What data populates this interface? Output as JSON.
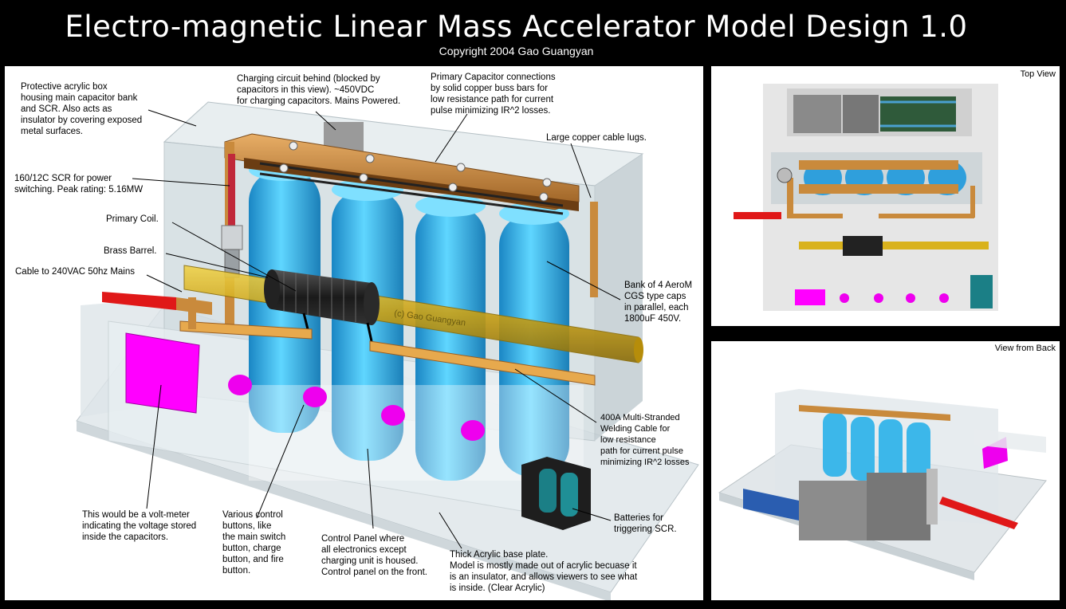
{
  "header": {
    "title": "Electro-magnetic Linear Mass Accelerator Model Design 1.0",
    "copyright": "Copyright 2004 Gao Guangyan"
  },
  "main_view": {
    "watermark": "(c) Gao Guangyan",
    "annotations": {
      "acrylic_box": [
        "Protective acrylic box",
        "housing main capacitor bank",
        "and SCR. Also acts as",
        "insulator by covering exposed",
        "metal surfaces."
      ],
      "charging_circuit": [
        "Charging circuit behind (blocked by",
        "capacitors in this view). ~450VDC",
        "for charging capacitors. Mains Powered."
      ],
      "buss_bars": [
        "Primary Capacitor connections",
        "by solid copper buss bars for",
        "low resistance path for current",
        "pulse minimizing IR^2 losses."
      ],
      "cable_lugs": [
        "Large copper cable lugs."
      ],
      "scr": [
        "160/12C SCR for power",
        "switching. Peak rating: 5.16MW"
      ],
      "primary_coil": [
        "Primary Coil."
      ],
      "brass_barrel": [
        "Brass Barrel."
      ],
      "mains_cable": [
        "Cable to 240VAC 50hz Mains"
      ],
      "cap_bank": [
        "Bank of 4 AeroM",
        "CGS type caps",
        "in parallel, each",
        "1800uF 450V."
      ],
      "welding_cable": [
        "400A Multi-Stranded",
        "Welding Cable for",
        "low resistance",
        "path for current pulse",
        "minimizing IR^2 losses"
      ],
      "volt_meter": [
        "This would be a volt-meter",
        "indicating the voltage stored",
        "inside the capacitors."
      ],
      "control_buttons": [
        "Various control",
        "buttons, like",
        "the main switch",
        "button, charge",
        "button, and fire",
        "button."
      ],
      "control_panel": [
        "Control Panel where",
        "all electronics except",
        "charging unit is housed.",
        "Control panel on the front."
      ],
      "batteries": [
        "Batteries for",
        "triggering SCR."
      ],
      "base_plate": [
        "Thick Acrylic base plate.",
        "Model is mostly made out of acrylic becuase it",
        "is an insulator, and allows viewers to see what",
        "is inside. (Clear Acrylic)"
      ]
    }
  },
  "top_view": {
    "label": "Top View"
  },
  "back_view": {
    "label": "View from Back"
  },
  "colors": {
    "capacitor": "#3cc2f0",
    "copper": "#c98a3c",
    "brass": "#d9b21c",
    "magenta": "#ff00ff",
    "cable_red": "#e01818",
    "battery": "#1b7f86"
  }
}
